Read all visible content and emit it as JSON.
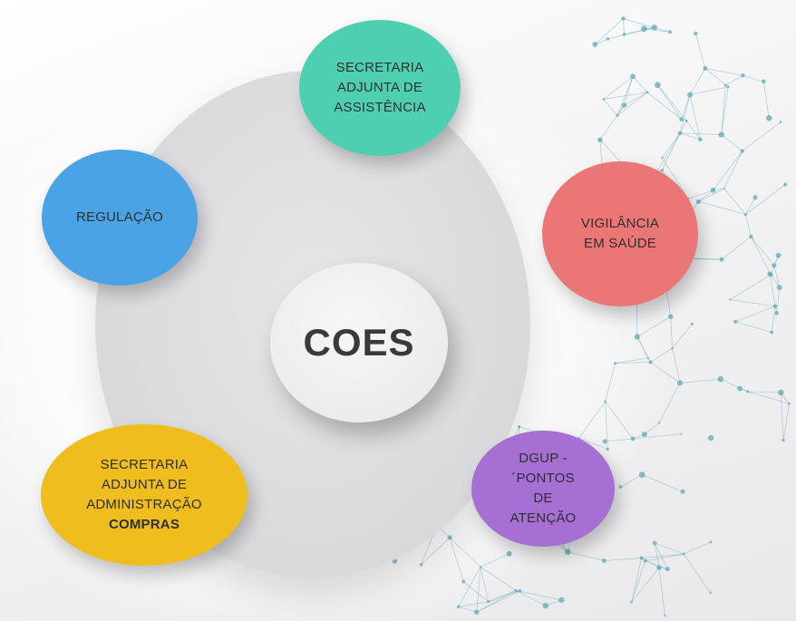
{
  "diagram": {
    "center": {
      "label": "COES",
      "color": "#ececec"
    },
    "nodes": [
      {
        "id": "assistencia",
        "lines": [
          "SECRETARIA",
          "ADJUNTA DE",
          "ASSISTÊNCIA"
        ],
        "color": "#4ecfb1"
      },
      {
        "id": "vigilancia",
        "lines": [
          "VIGILÂNCIA",
          "EM SAÚDE"
        ],
        "color": "#ea7676"
      },
      {
        "id": "dgup",
        "lines": [
          "DGUP -",
          "´PONTOS",
          "DE",
          "ATENÇÃO"
        ],
        "color": "#a56fd3"
      },
      {
        "id": "administracao",
        "lines": [
          "SECRETARIA",
          "ADJUNTA DE",
          "ADMINISTRAÇÃO"
        ],
        "bold_line": "COMPRAS",
        "color": "#f0bd1f"
      },
      {
        "id": "regulacao",
        "lines": [
          "REGULAÇÃO"
        ],
        "color": "#4aa3e4"
      }
    ],
    "network_color": "#5fa9b8"
  }
}
